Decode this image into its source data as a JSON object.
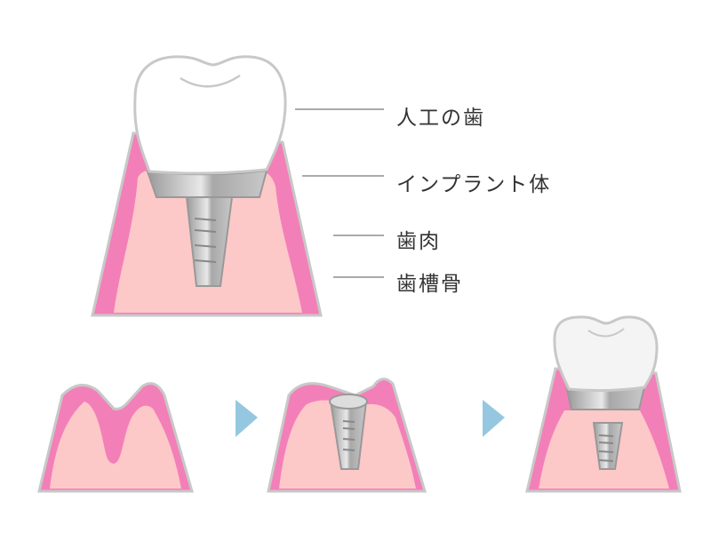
{
  "labels": {
    "crown": "人工の歯",
    "implant": "インプラント体",
    "gum": "歯肉",
    "bone": "歯槽骨"
  },
  "colors": {
    "gum": "#f37fb8",
    "bone": "#fdc8c8",
    "outline": "#c8c8c8",
    "crown": "#ffffff",
    "metal": "#b8b8b8",
    "arrow": "#95c8e0",
    "label_text": "#333333"
  },
  "steps": [
    "missing-tooth",
    "implant-placed",
    "crown-attached"
  ]
}
